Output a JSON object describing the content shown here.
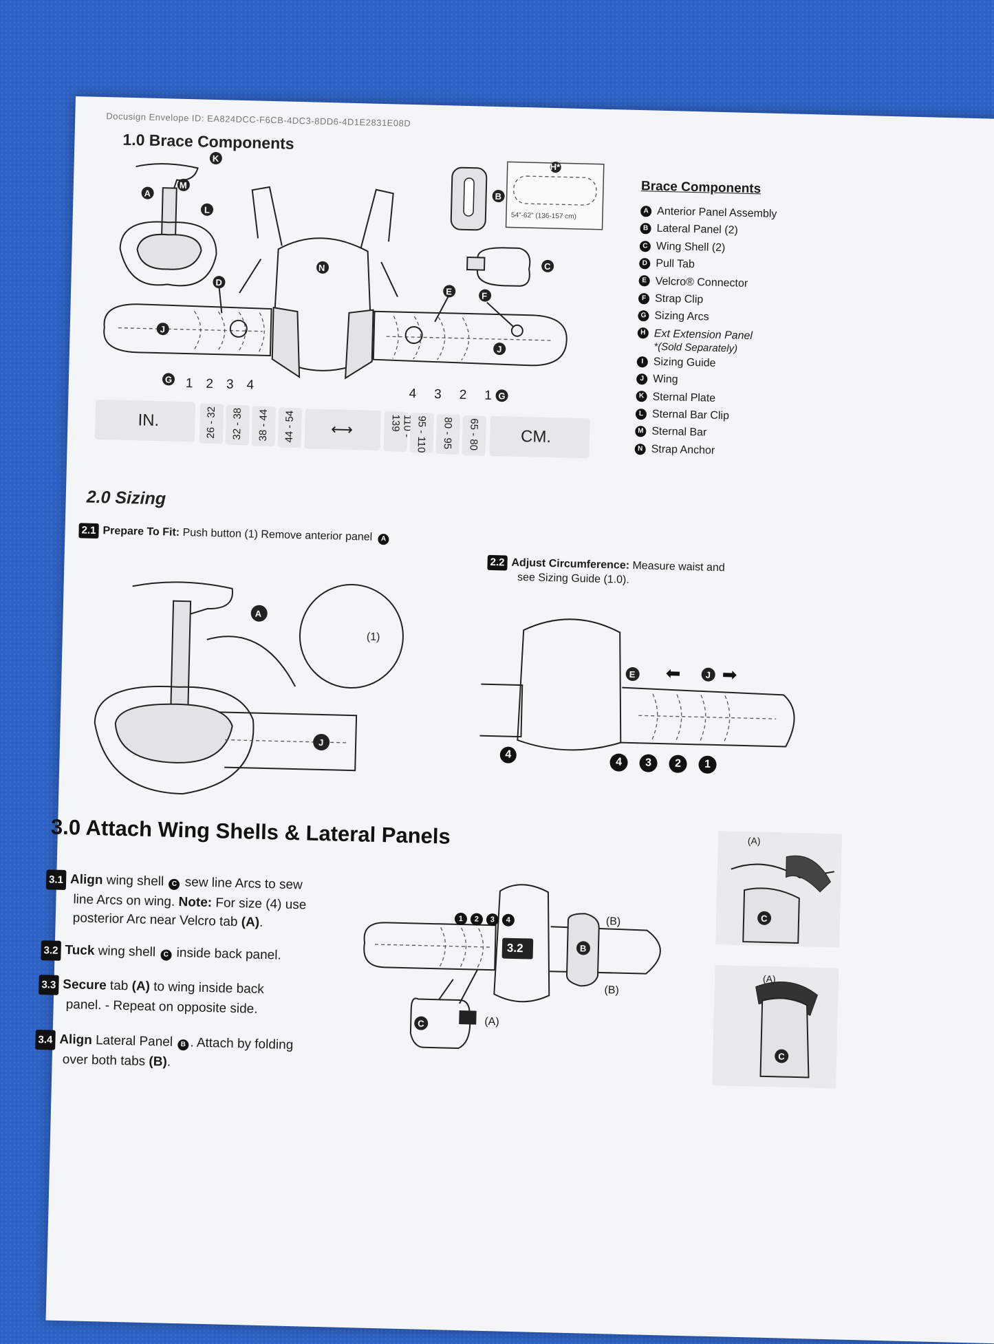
{
  "header": {
    "envelope_id": "Docusign Envelope ID: EA824DCC-F6CB-4DC3-8DD6-4D1E2831E08D"
  },
  "section1": {
    "title": "1.0 Brace Components",
    "list_title": "Brace Components",
    "components": [
      {
        "letter": "A",
        "label": "Anterior Panel Assembly"
      },
      {
        "letter": "B",
        "label": "Lateral Panel (2)"
      },
      {
        "letter": "C",
        "label": "Wing Shell (2)"
      },
      {
        "letter": "D",
        "label": "Pull Tab"
      },
      {
        "letter": "E",
        "label": "Velcro® Connector"
      },
      {
        "letter": "F",
        "label": "Strap Clip"
      },
      {
        "letter": "G",
        "label": "Sizing Arcs"
      },
      {
        "letter": "H",
        "label": "Ext Extension Panel",
        "note": "*(Sold Separately)"
      },
      {
        "letter": "I",
        "label": "Sizing Guide"
      },
      {
        "letter": "J",
        "label": "Wing"
      },
      {
        "letter": "K",
        "label": "Sternal Plate"
      },
      {
        "letter": "L",
        "label": "Sternal Bar Clip"
      },
      {
        "letter": "M",
        "label": "Sternal Bar"
      },
      {
        "letter": "N",
        "label": "Strap Anchor"
      }
    ],
    "extension_size": "54\"-62\" (136-157 cm)",
    "extension_badge": "H*",
    "sizing": {
      "in_label": "IN.",
      "cm_label": "CM.",
      "arc_numbers_left": [
        "1",
        "2",
        "3",
        "4"
      ],
      "arc_numbers_right": [
        "4",
        "3",
        "2",
        "1"
      ],
      "in_ranges": [
        "26 - 32",
        "32 - 38",
        "38 - 44",
        "44 - 54"
      ],
      "cm_ranges": [
        "110 - 139",
        "95 - 110",
        "80 - 95",
        "65 - 80"
      ]
    }
  },
  "section2": {
    "title": "2.0 Sizing",
    "step1": {
      "num": "2.1",
      "bold": "Prepare To Fit:",
      "text": " Push button (1) Remove anterior panel",
      "ref": "A"
    },
    "step2": {
      "num": "2.2",
      "bold": "Adjust Circumference:",
      "line1": " Measure waist and",
      "line2": "see Sizing Guide (1.0)."
    },
    "callout": "(1)",
    "fit_numbers": [
      "4",
      "3",
      "2",
      "1"
    ],
    "side_number": "4"
  },
  "section3": {
    "title": "3.0 Attach Wing Shells & Lateral Panels",
    "steps": [
      {
        "num": "3.1",
        "bold": "Align",
        "l1": " wing shell ",
        "l1b": " sew line Arcs to sew",
        "l2": "line Arcs on wing. ",
        "l2b": "Note:",
        "l2c": " For size (4) use",
        "l3": "posterior Arc near Velcro tab ",
        "l3b": "(A)",
        "l3c": "."
      },
      {
        "num": "3.2",
        "bold": "Tuck",
        "l1": " wing shell ",
        "l1b": " inside back panel."
      },
      {
        "num": "3.3",
        "bold": "Secure",
        "l1": " tab ",
        "l1b": "(A)",
        "l1c": " to wing inside back",
        "l2": "panel. - Repeat on opposite side."
      },
      {
        "num": "3.4",
        "bold": "Align",
        "l1": " Lateral Panel ",
        "l1b": ". Attach by folding",
        "l2": "over both tabs ",
        "l2b": "(B)",
        "l2c": "."
      }
    ],
    "diagram_label": "3.2",
    "tab_a": "(A)",
    "tab_b": "(B)",
    "arc_numbers": [
      "1",
      "2",
      "3",
      "4"
    ]
  }
}
